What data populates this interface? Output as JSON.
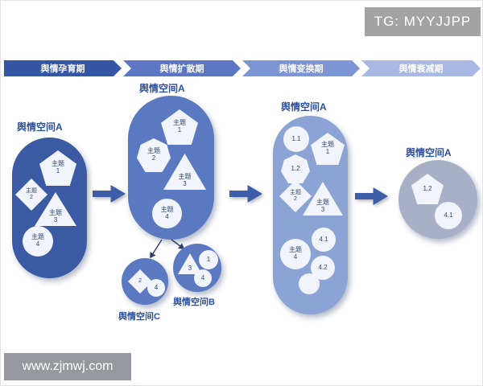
{
  "badges": {
    "tg": "TG: MYYJJPP",
    "site": "www.zjmwj.com"
  },
  "timeline": {
    "phases": [
      {
        "label": "舆情孕育期",
        "color": "#3556a4"
      },
      {
        "label": "舆情扩散期",
        "color": "#5b77c3"
      },
      {
        "label": "舆情变换期",
        "color": "#7e95d3"
      },
      {
        "label": "舆情衰减期",
        "color": "#aab9e4"
      }
    ]
  },
  "stage1": {
    "title": "舆情空间A",
    "topic1": "主题\n1",
    "topic2": "主题\n2",
    "topic3": "主题\n3",
    "topic4": "主题\n4"
  },
  "stage2": {
    "title": "舆情空间A",
    "topic1": "主题\n1",
    "topic2": "主题\n2",
    "topic3": "主题\n3",
    "topic4": "主题\n4"
  },
  "spaceC": {
    "title": "舆情空间C",
    "topic2": "2",
    "topic4": "4"
  },
  "spaceB": {
    "title": "舆情空间B",
    "topic3": "3",
    "topic1": "1",
    "topic4": "4"
  },
  "stage3": {
    "title": "舆情空间A",
    "topic11": "1.1",
    "topic1": "主题\n1",
    "topic12": "1.2",
    "topic2": "主题\n2",
    "topic3": "主题\n3",
    "topic41": "4.1",
    "topic4": "主题\n4",
    "topic42": "4.2"
  },
  "stage4": {
    "title": "舆情空间A",
    "topic12": "1.2",
    "topic41": "4.1"
  },
  "palette": {
    "stage1_fill": "#3a5aa3",
    "stage2_fill": "#5b79c0",
    "stage3_fill": "#8ba3d5",
    "stage4_fill": "#a8b0c8",
    "arrow_color": "#3d5da9",
    "title_color": "#2b4fa1"
  }
}
